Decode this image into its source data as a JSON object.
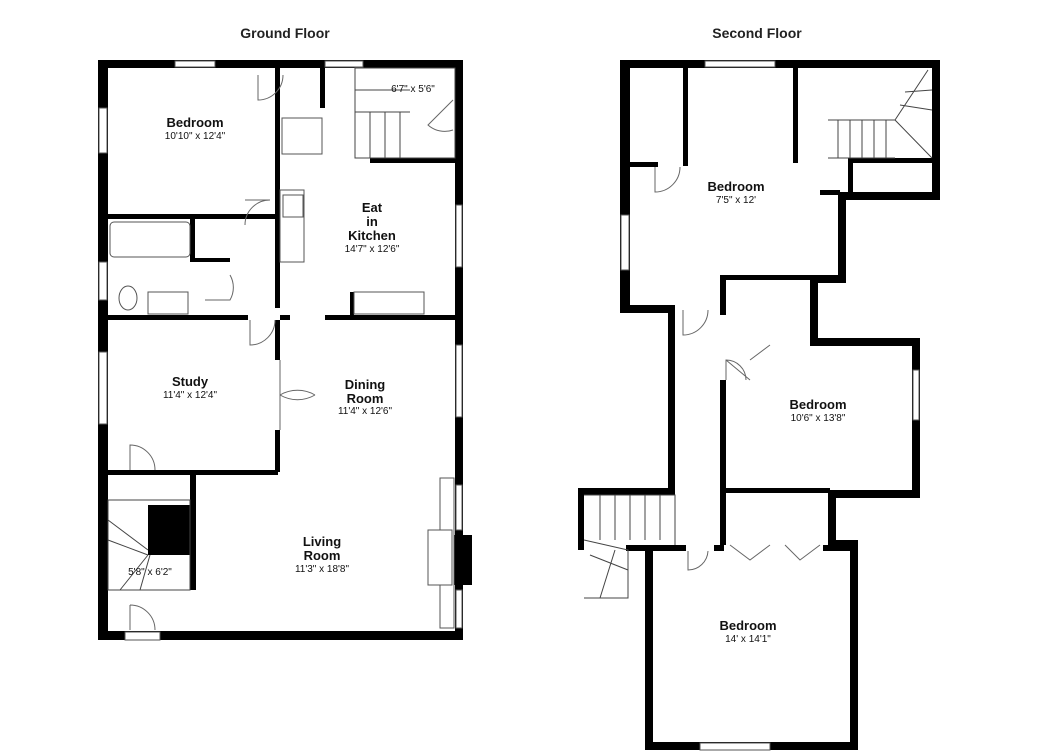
{
  "floors": {
    "ground": {
      "title": "Ground Floor",
      "rooms": {
        "bedroom": {
          "name": "Bedroom",
          "dims": "10'10\" x 12'4\""
        },
        "kitchen": {
          "name_1": "Eat",
          "name_2": "in",
          "name_3": "Kitchen",
          "dims": "14'7\" x 12'6\""
        },
        "study": {
          "name": "Study",
          "dims": "11'4\" x 12'4\""
        },
        "dining": {
          "name_1": "Dining",
          "name_2": "Room",
          "dims": "11'4\" x 12'6\""
        },
        "living": {
          "name_1": "Living",
          "name_2": "Room",
          "dims": "11'3\" x 18'8\""
        },
        "stair_top": {
          "dims": "6'7\" x 5'6\""
        },
        "stair_bottom": {
          "dims": "5'8\" x 6'2\""
        }
      }
    },
    "second": {
      "title": "Second Floor",
      "rooms": {
        "bedroom_top": {
          "name": "Bedroom",
          "dims": "7'5\" x 12'"
        },
        "bedroom_mid": {
          "name": "Bedroom",
          "dims": "10'6\" x 13'8\""
        },
        "bedroom_bottom": {
          "name": "Bedroom",
          "dims": "14' x 14'1\""
        }
      }
    }
  }
}
